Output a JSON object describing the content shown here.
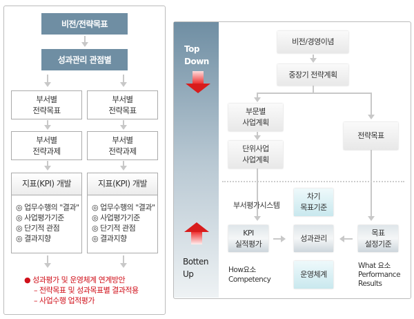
{
  "left": {
    "vision": "비전/전략목표",
    "perspective": "성과관리 관점별",
    "columns": [
      {
        "dept_goal": [
          "부서별",
          "전략목표"
        ],
        "dept_task": [
          "부서별",
          "전략과제"
        ],
        "kpi_title": "지표(KPI) 개발",
        "items": [
          "◎ 업무수행의 \"결과\"",
          "◎ 사업평가기준",
          "◎ 단기적 관점",
          "◎ 결과지향"
        ]
      },
      {
        "dept_goal": [
          "부서별",
          "전략목표"
        ],
        "dept_task": [
          "부서별",
          "전략과제"
        ],
        "kpi_title": "지표(KPI) 개발",
        "items": [
          "◎ 업무수행의 \"결과\"",
          "◎ 사업평가기준",
          "◎ 단기적 관점",
          "◎ 결과지향"
        ]
      }
    ],
    "note": {
      "bullet": "●",
      "title": "성과평가 및 운영체계 연계방안",
      "lines": [
        "– 전략목표 및 성과목표별 결과적용",
        "– 사업수행 업적평가"
      ]
    }
  },
  "right": {
    "top_down": [
      "Top",
      "Down"
    ],
    "bottom_up": [
      "Botten",
      "Up"
    ],
    "vision": "비전/경영이념",
    "midlong": "중장기 전략계획",
    "division": [
      "부문별",
      "사업계획"
    ],
    "unit": [
      "단위사업",
      "사업계획"
    ],
    "strategic_goal": "전략목표",
    "dept_eval": "부서평가시스템",
    "next_goal": [
      "차기",
      "목표기준"
    ],
    "kpi": [
      "KPI",
      "실적평가"
    ],
    "perf_mgmt": "성과관리",
    "goal_setting": [
      "목표",
      "설정기준"
    ],
    "operation": "운영체계",
    "how": [
      "How요소",
      "Competency"
    ],
    "what": [
      "What 요소",
      "Performance",
      "Results"
    ]
  },
  "colors": {
    "dark_box": "#6f8ea3",
    "red": "#d0101a"
  }
}
